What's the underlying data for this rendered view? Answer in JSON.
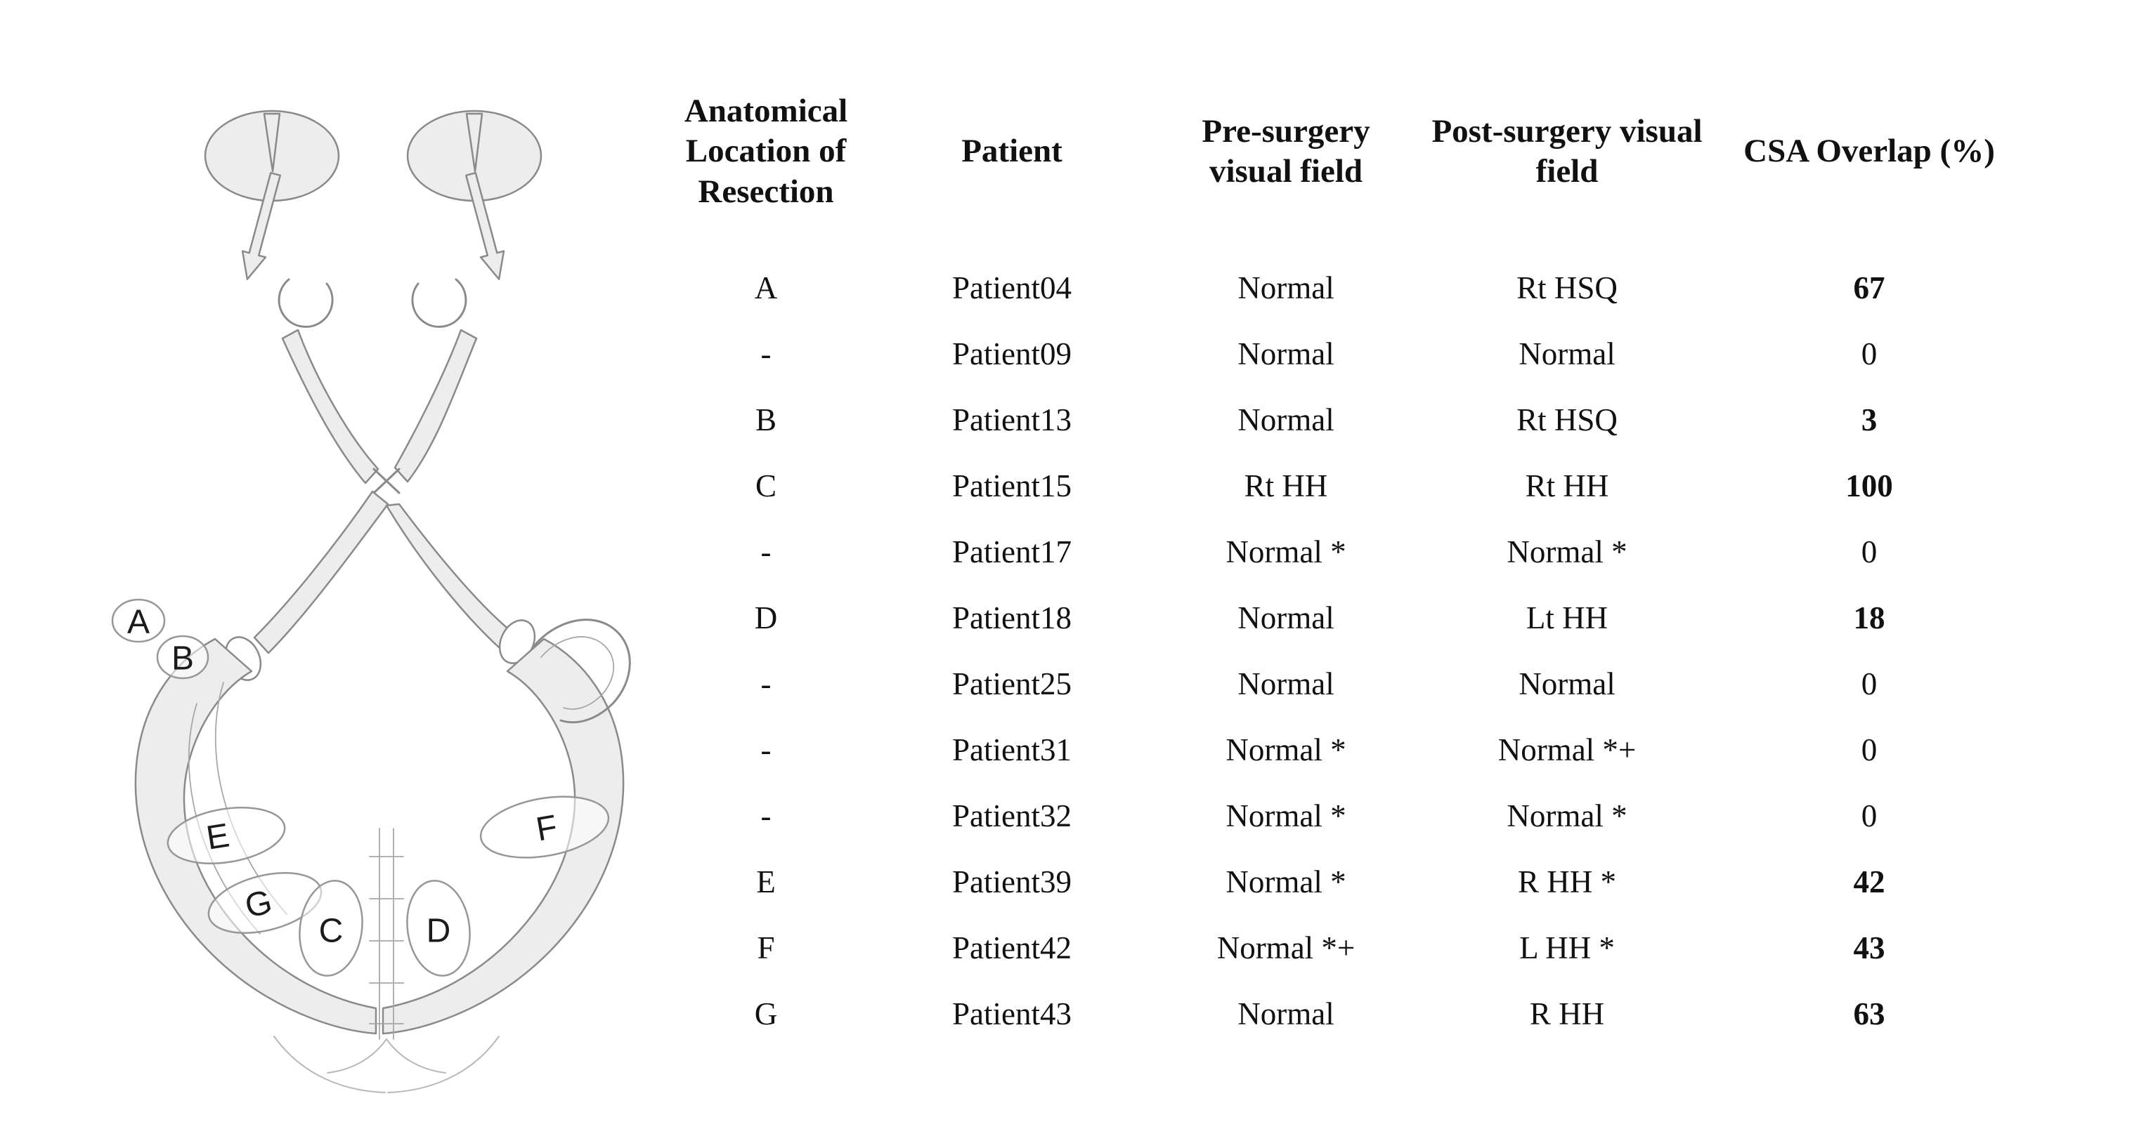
{
  "figure": {
    "diagram": {
      "description": "Schematic top view of the human visual pathway (eyes, optic nerves, optic chiasm, optic tracts, lateral geniculate nuclei and optic radiations) with ellipses marking anatomical locations of resection",
      "colors": {
        "stroke": "#8a8a8a",
        "fill": "#ededed",
        "label_outline": "#979797"
      },
      "labels": {
        "a": "A",
        "b": "B",
        "c": "C",
        "d": "D",
        "e": "E",
        "f": "F",
        "g": "G"
      }
    },
    "table": {
      "headers": {
        "location": "Anatomical Location of Resection",
        "patient": "Patient",
        "pre": "Pre-surgery visual field",
        "post": "Post-surgery visual field",
        "csa": "CSA Overlap (%)"
      },
      "rows": [
        {
          "location": "A",
          "patient": "Patient04",
          "pre": "Normal",
          "post": "Rt HSQ",
          "csa": "67"
        },
        {
          "location": "-",
          "patient": "Patient09",
          "pre": "Normal",
          "post": "Normal",
          "csa": "0"
        },
        {
          "location": "B",
          "patient": "Patient13",
          "pre": "Normal",
          "post": "Rt HSQ",
          "csa": "3"
        },
        {
          "location": "C",
          "patient": "Patient15",
          "pre": "Rt HH",
          "post": "Rt HH",
          "csa": "100"
        },
        {
          "location": "-",
          "patient": "Patient17",
          "pre": "Normal *",
          "post": "Normal *",
          "csa": "0"
        },
        {
          "location": "D",
          "patient": "Patient18",
          "pre": "Normal",
          "post": "Lt HH",
          "csa": "18"
        },
        {
          "location": "-",
          "patient": "Patient25",
          "pre": "Normal",
          "post": "Normal",
          "csa": "0"
        },
        {
          "location": "-",
          "patient": "Patient31",
          "pre": "Normal *",
          "post": "Normal *+",
          "csa": "0"
        },
        {
          "location": "-",
          "patient": "Patient32",
          "pre": "Normal *",
          "post": "Normal *",
          "csa": "0"
        },
        {
          "location": "E",
          "patient": "Patient39",
          "pre": "Normal *",
          "post": "R HH *",
          "csa": "42"
        },
        {
          "location": "F",
          "patient": "Patient42",
          "pre": "Normal *+",
          "post": "L HH *",
          "csa": "43"
        },
        {
          "location": "G",
          "patient": "Patient43",
          "pre": "Normal",
          "post": "R HH",
          "csa": "63"
        }
      ]
    }
  }
}
